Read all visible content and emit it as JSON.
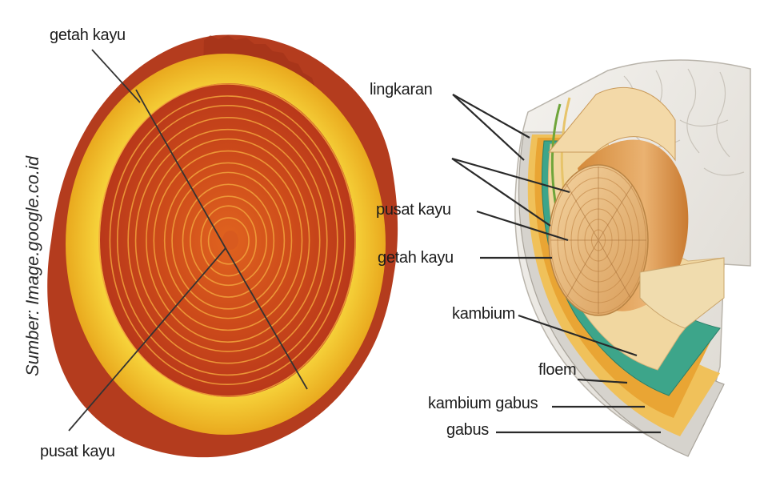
{
  "source_text": "Sumber: Image.google.co.id",
  "left_labels": {
    "getah_kayu": "getah kayu",
    "pusat_kayu": "pusat kayu"
  },
  "right_labels": {
    "lingkaran": "lingkaran",
    "pusat_kayu": "pusat kayu",
    "getah_kayu": "getah kayu",
    "kambium": "kambium",
    "floem": "floem",
    "kambium_gabus": "kambium gabus",
    "gabus": "gabus"
  },
  "colors": {
    "bark": "#b23a1c",
    "sapwood": "#f2c71f",
    "heartwood": "#c4441a",
    "ring_line": "#f3a23a",
    "phloem": "#3aa685",
    "cambium": "#e29a2a",
    "cork": "#c9c9c9"
  }
}
